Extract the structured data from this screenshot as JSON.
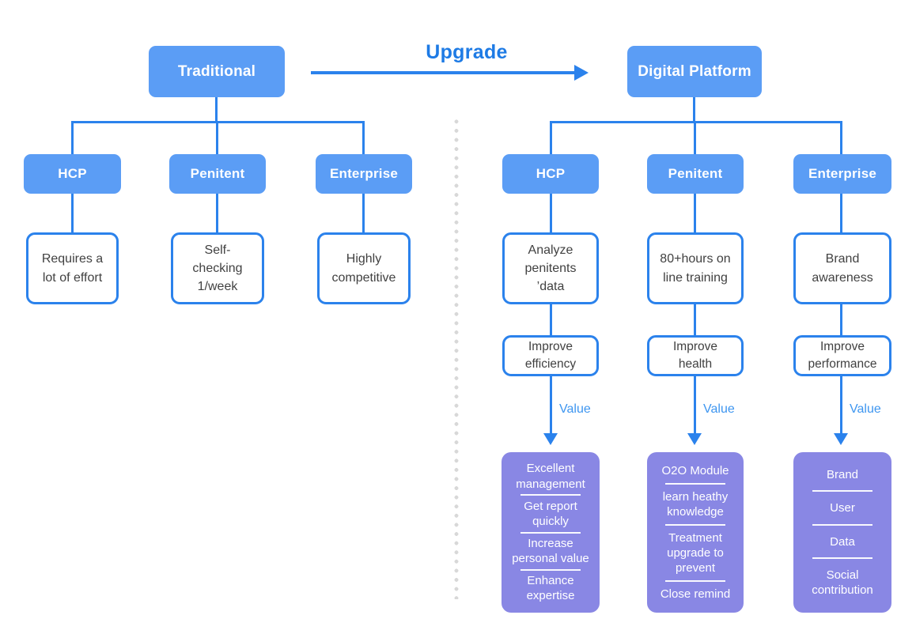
{
  "upgrade": {
    "label": "Upgrade"
  },
  "value_label": "Value",
  "colors": {
    "node_fill_blue": "#5B9DF5",
    "connector_blue": "#2B82EC",
    "upgrade_text_blue": "#1E7BE5",
    "value_text_blue": "#3E96F0",
    "value_box_purple": "#8987E4",
    "note_text_gray": "#414141",
    "separator_dot_gray": "#D8D8D8"
  },
  "left": {
    "root": "Traditional",
    "columns": [
      {
        "label": "HCP",
        "note": "Requires a lot of effort"
      },
      {
        "label": "Penitent",
        "note": "Self-checking 1/week"
      },
      {
        "label": "Enterprise",
        "note": "Highly competitive"
      }
    ]
  },
  "right": {
    "root": "Digital Platform",
    "columns": [
      {
        "label": "HCP",
        "note": "Analyze penitents ’data",
        "improve": "Improve efficiency",
        "values": [
          "Excellent management",
          "Get report quickly",
          "Increase personal value",
          "Enhance expertise"
        ]
      },
      {
        "label": "Penitent",
        "note": "80+hours on line training",
        "improve": "Improve health",
        "values": [
          "O2O Module",
          "learn heathy knowledge",
          "Treatment upgrade to prevent",
          "Close remind"
        ]
      },
      {
        "label": "Enterprise",
        "note": "Brand awareness",
        "improve": "Improve performance",
        "values": [
          "Brand",
          "User",
          "Data",
          "Social contribution"
        ]
      }
    ]
  }
}
